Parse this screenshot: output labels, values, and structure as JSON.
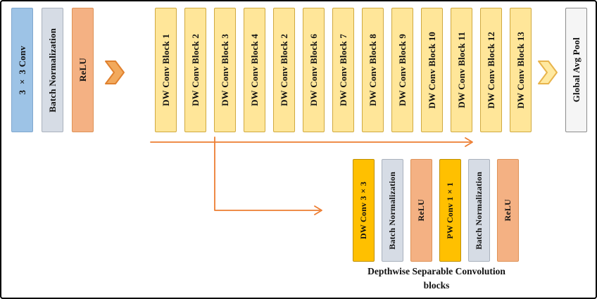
{
  "diagram": {
    "stem_blocks": [
      {
        "label": "3 × 3 Conv",
        "type": "conv"
      },
      {
        "label": "Batch Normalization",
        "type": "bn"
      },
      {
        "label": "ReLU",
        "type": "relu"
      }
    ],
    "dw_blocks": [
      {
        "label": "DW Conv Block 1",
        "type": "dw"
      },
      {
        "label": "DW Conv Block 2",
        "type": "dw"
      },
      {
        "label": "DW Conv Block 3",
        "type": "dw"
      },
      {
        "label": "DW Conv Block 4",
        "type": "dw"
      },
      {
        "label": "DW Conv Block 2",
        "type": "dw"
      },
      {
        "label": "DW Conv Block 6",
        "type": "dw"
      },
      {
        "label": "DW Conv Block 7",
        "type": "dw"
      },
      {
        "label": "DW Conv Block 8",
        "type": "dw"
      },
      {
        "label": "DW Conv Block 9",
        "type": "dw"
      },
      {
        "label": "DW Conv Block 10",
        "type": "dw"
      },
      {
        "label": "DW Conv Block 11",
        "type": "dw"
      },
      {
        "label": "DW Conv Block 12",
        "type": "dw"
      },
      {
        "label": "DW Conv Block 13",
        "type": "dw"
      }
    ],
    "pool": {
      "label": "Global Avg Pool"
    },
    "detail_blocks": [
      {
        "label": "DW Conv 3×3",
        "type": "gold"
      },
      {
        "label": "Batch Normalization",
        "type": "bn"
      },
      {
        "label": "ReLU",
        "type": "relu"
      },
      {
        "label": "PW Conv 1×1",
        "type": "gold"
      },
      {
        "label": "Batch Normalization",
        "type": "bn"
      },
      {
        "label": "ReLU",
        "type": "relu"
      }
    ],
    "caption": {
      "line1": "Depthwise Separable Convolution",
      "line2": "blocks"
    },
    "colors": {
      "conv_blue": "#9DC3E6",
      "batch_norm_gray": "#D6DCE5",
      "relu_salmon": "#F4B183",
      "dw_yellow": "#FFE699",
      "conv_gold": "#FFC000",
      "pool_gray": "#F5F5F5",
      "arrow_orange": "#ED7D31",
      "border_black": "#000000"
    }
  }
}
